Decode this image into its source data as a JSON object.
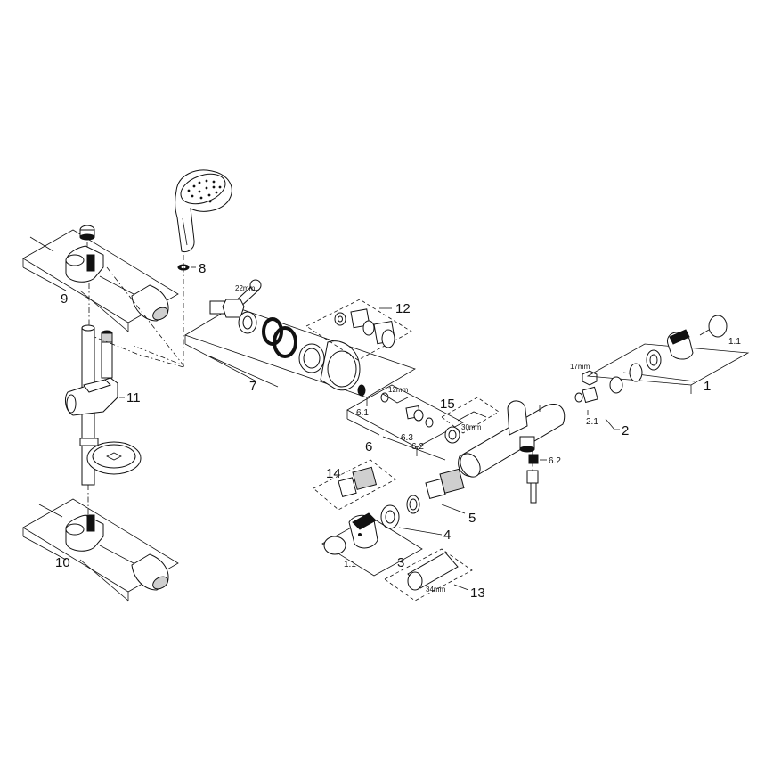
{
  "labels": {
    "p1": "1",
    "p1_1_right": "1.1",
    "p2": "2",
    "p2_1": "2.1",
    "p3": "3",
    "p3_1_1": "1.1",
    "p4": "4",
    "p5": "5",
    "p6": "6",
    "p6_1": "6.1",
    "p6_2": "6.2",
    "p6_3": "6.3",
    "p6_2_right": "6.2",
    "p7": "7",
    "p8": "8",
    "p9": "9",
    "p10": "10",
    "p11": "11",
    "p12": "12",
    "p13": "13",
    "p14": "14",
    "p15": "15"
  },
  "tool_sizes": {
    "wrench_22": "22mm",
    "wrench_17": "17mm",
    "hex_12": "12mm",
    "hex_30": "30mm",
    "wrench_34": "34mm"
  }
}
